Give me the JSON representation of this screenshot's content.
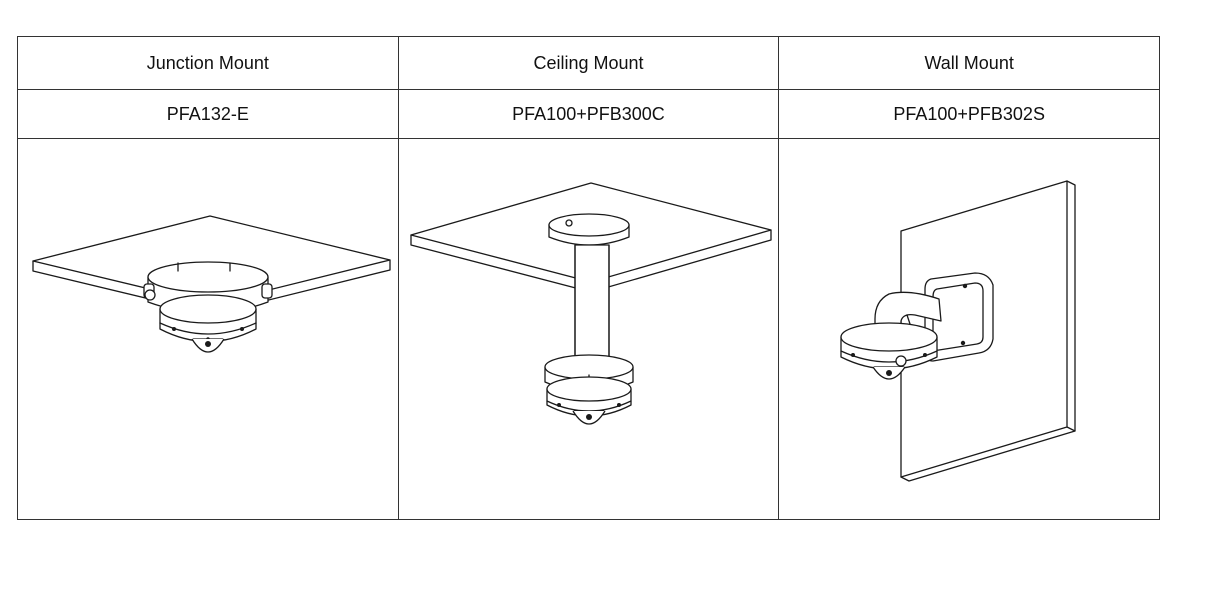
{
  "columns": [
    {
      "type": "Junction Mount",
      "model": "PFA132-E",
      "illustration": "junction-mount-illustration"
    },
    {
      "type": "Ceiling Mount",
      "model": "PFA100+PFB300C",
      "illustration": "ceiling-mount-illustration"
    },
    {
      "type": "Wall Mount",
      "model": "PFA100+PFB302S",
      "illustration": "wall-mount-illustration"
    }
  ]
}
